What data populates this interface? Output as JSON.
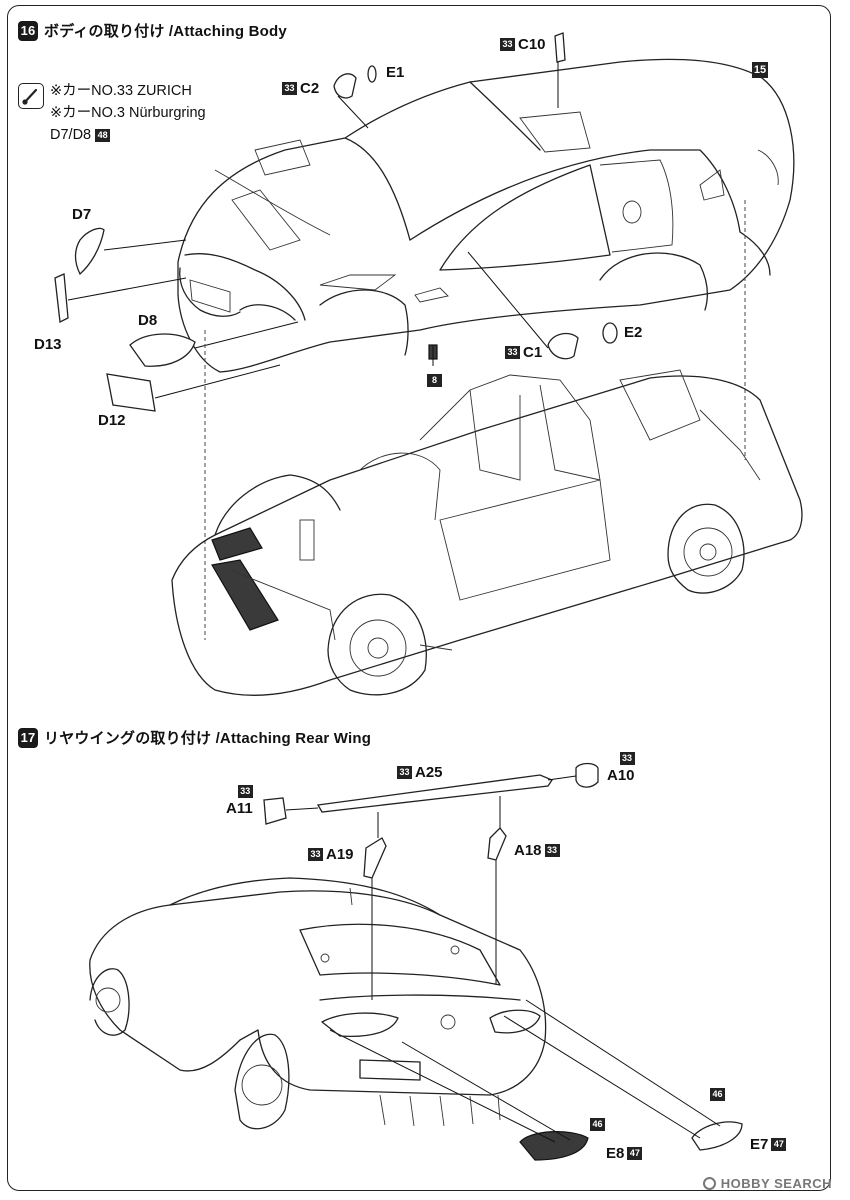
{
  "step16": {
    "number": "16",
    "title": "ボディの取り付け /Attaching Body",
    "ref_badge": "15",
    "paint_note": {
      "line1": "※カーNO.33 ZURICH",
      "line2": "※カーNO.3 Nürburgring",
      "line3_parts": "D7/D8",
      "line3_color": "48"
    },
    "parts": {
      "C10": {
        "code": "C10",
        "color": "33"
      },
      "C2": {
        "code": "C2",
        "color": "33"
      },
      "E1": {
        "code": "E1"
      },
      "D7": {
        "code": "D7"
      },
      "D13": {
        "code": "D13"
      },
      "D8": {
        "code": "D8"
      },
      "D12": {
        "code": "D12"
      },
      "C1": {
        "code": "C1",
        "color": "33"
      },
      "E2": {
        "code": "E2"
      },
      "badge8": "8"
    }
  },
  "step17": {
    "number": "17",
    "title": "リヤウイングの取り付け /Attaching Rear Wing",
    "parts": {
      "A25": {
        "code": "A25",
        "color": "33"
      },
      "A10": {
        "code": "A10",
        "color": "33"
      },
      "A11": {
        "code": "A11",
        "color": "33"
      },
      "A19": {
        "code": "A19",
        "color": "33"
      },
      "A18": {
        "code": "A18",
        "color": "33"
      },
      "E8": {
        "code": "E8",
        "color": "47",
        "finish": "46"
      },
      "E7": {
        "code": "E7",
        "color": "47",
        "finish": "46"
      }
    }
  },
  "watermark": {
    "text": "HOBBY SEARCH"
  },
  "icons": {
    "paint_brush": "paint-brush-icon"
  }
}
